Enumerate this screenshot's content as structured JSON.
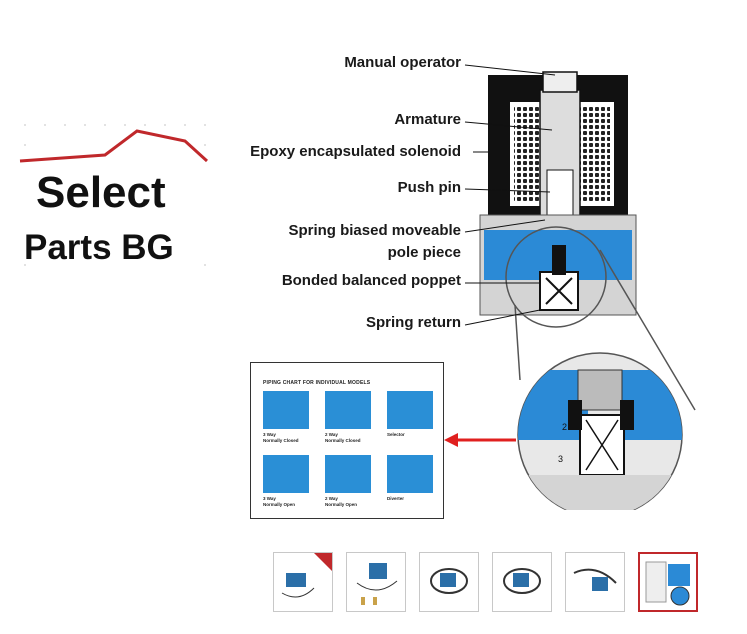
{
  "logo": {
    "line1": "Select",
    "line2": "Parts BG",
    "accent_color": "#c0282b"
  },
  "diagram": {
    "labels": {
      "manual_operator": "Manual operator",
      "armature": "Armature",
      "epoxy": "Epoxy encapsulated solenoid",
      "push_pin": "Push pin",
      "spring_pole_1": "Spring biased moveable",
      "spring_pole_2": "pole piece",
      "bonded": "Bonded balanced poppet",
      "spring_return": "Spring return"
    },
    "detail_labels": {
      "port2": "2",
      "port3": "3"
    },
    "colors": {
      "blue": "#2b8ad6",
      "black": "#111111",
      "gray": "#d4d4d4"
    }
  },
  "piping_chart": {
    "title": "PIPING CHART FOR INDIVIDUAL MODELS",
    "cells": [
      {
        "label1": "3 Way",
        "label2": "Normally Closed"
      },
      {
        "label1": "2 Way",
        "label2": "Normally Closed"
      },
      {
        "label1": "Selector",
        "label2": ""
      },
      {
        "label1": "3 Way",
        "label2": "Normally Open"
      },
      {
        "label1": "2 Way",
        "label2": "Normally Open"
      },
      {
        "label1": "Diverter",
        "label2": ""
      }
    ],
    "arrow_color": "#e0201f"
  },
  "thumbnails": {
    "items": [
      "thumb-1",
      "thumb-2",
      "thumb-3",
      "thumb-4",
      "thumb-5",
      "thumb-6"
    ],
    "selected_index": 5
  }
}
